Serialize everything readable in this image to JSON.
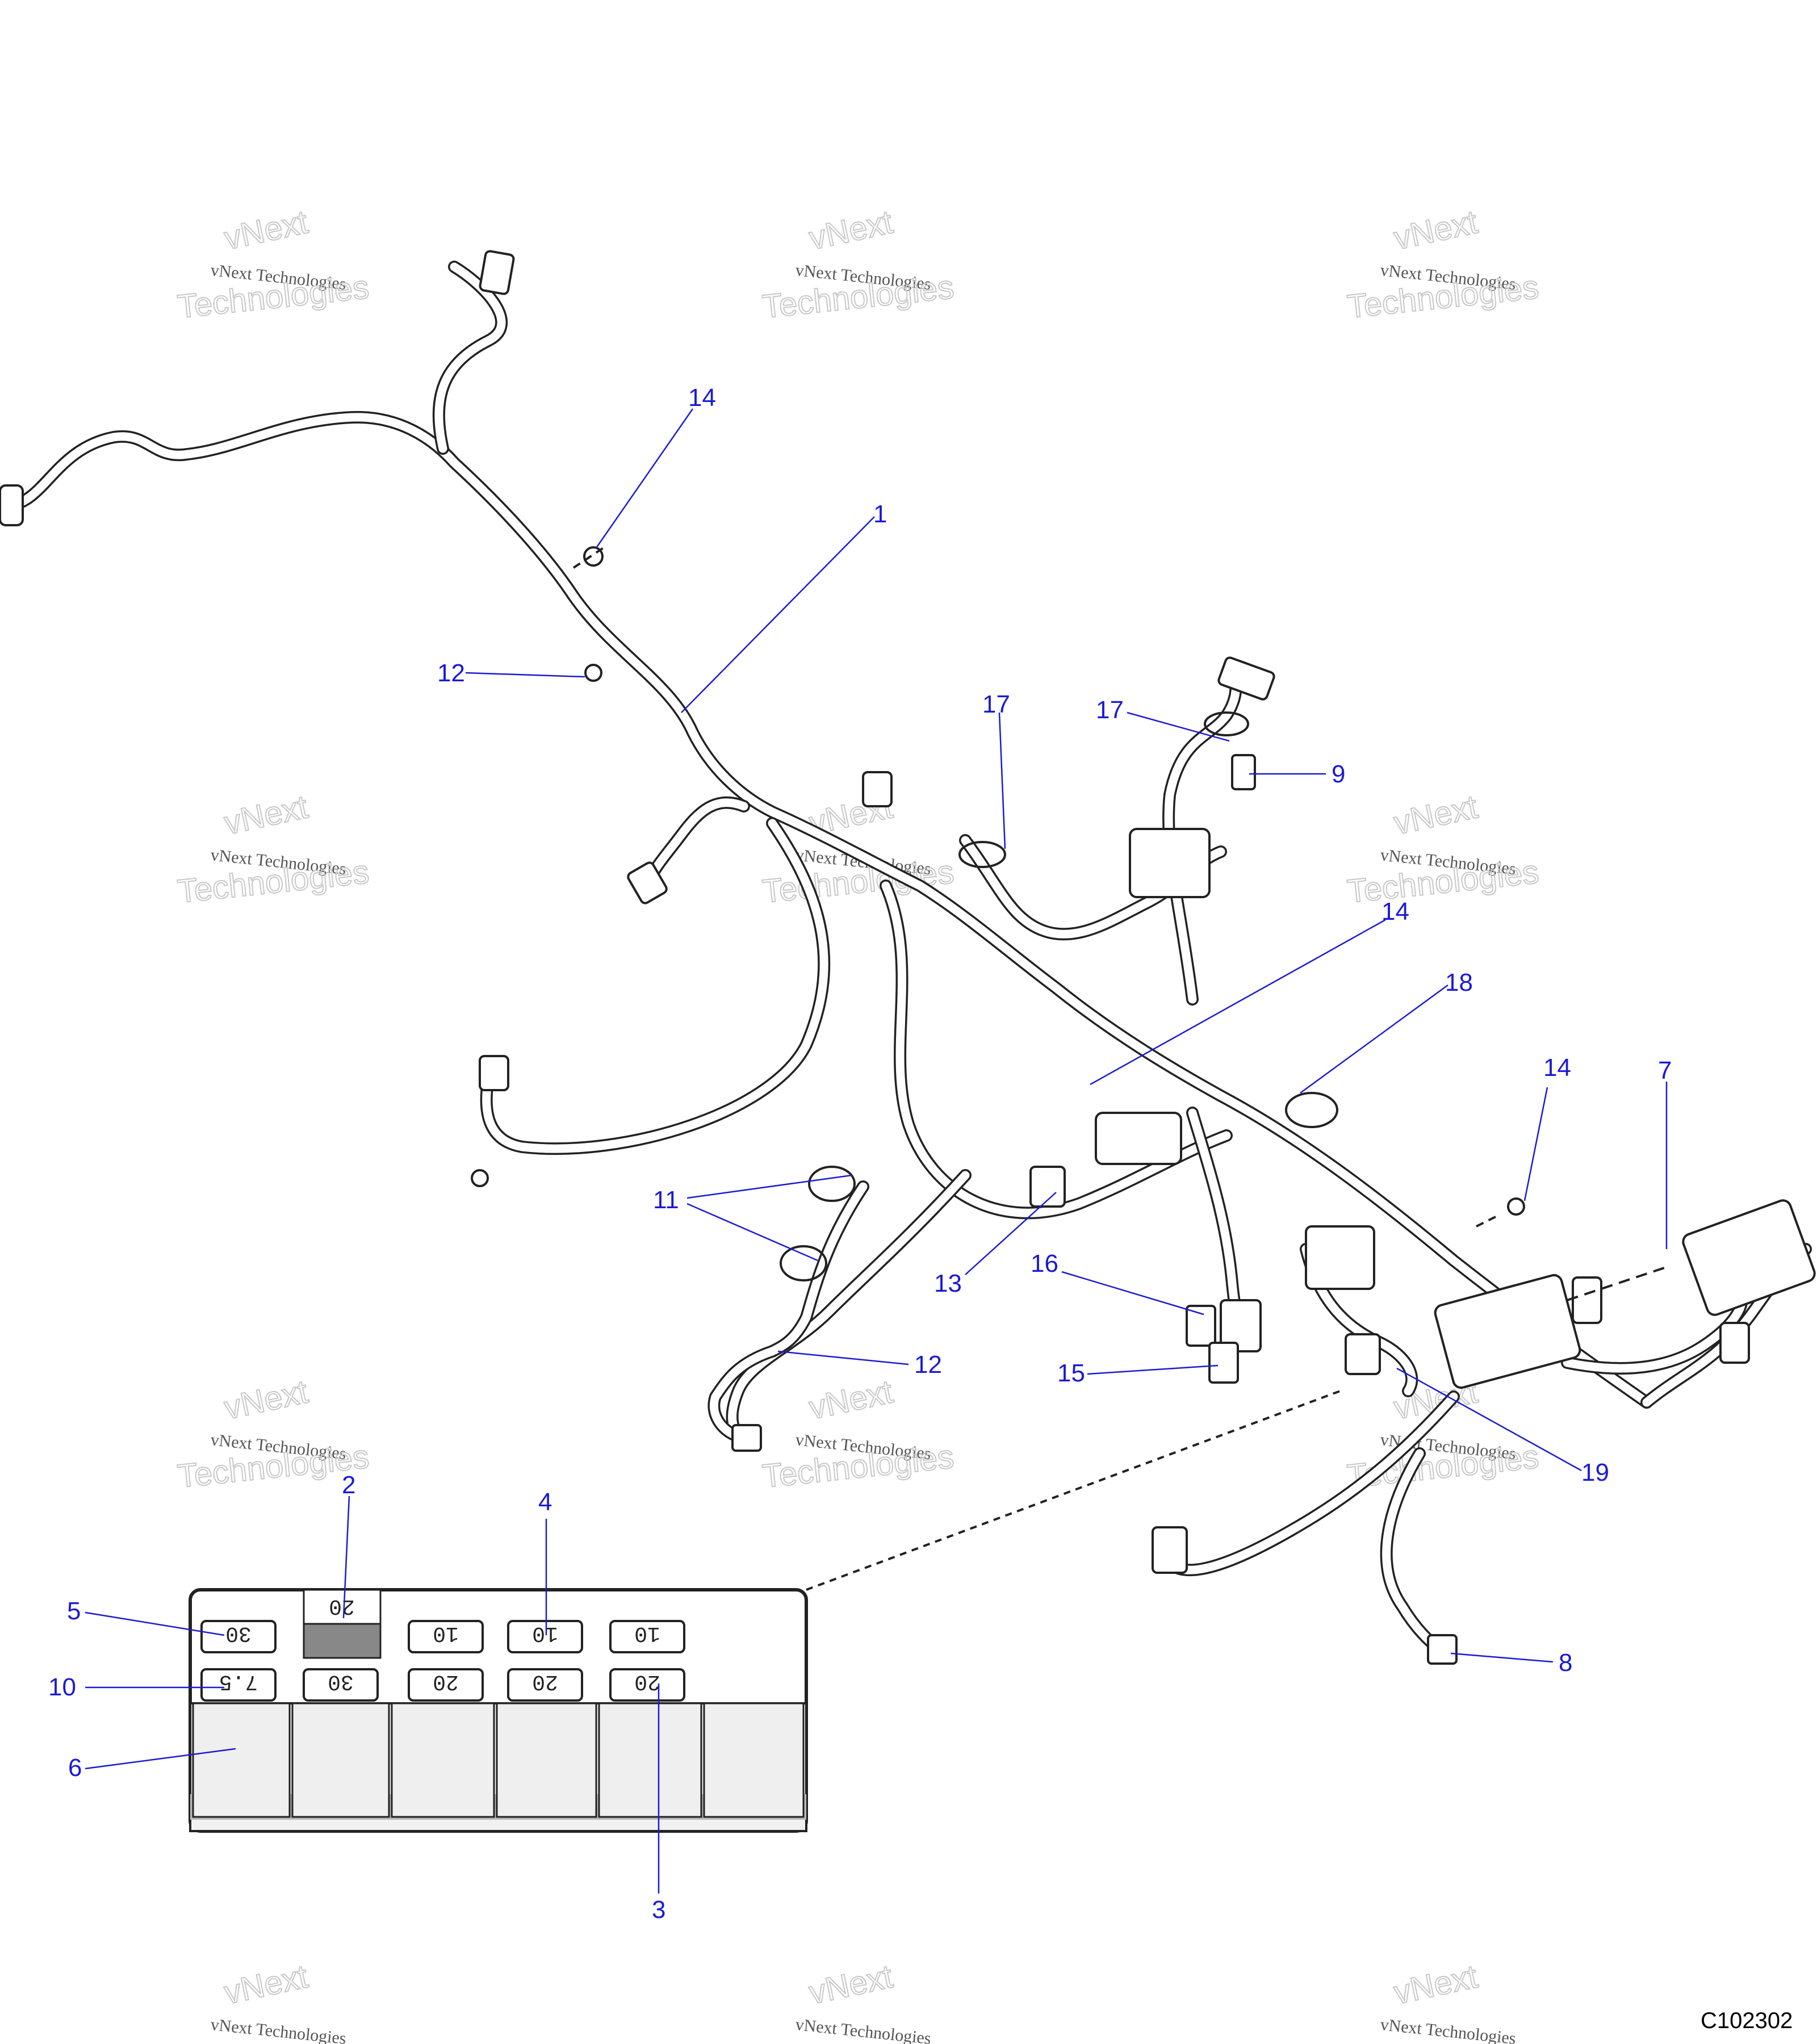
{
  "watermark": {
    "line1": "vNext",
    "line2": "vNext Technologies",
    "line3": "Technologies"
  },
  "callouts": [
    {
      "id": "1",
      "text": "1"
    },
    {
      "id": "2",
      "text": "2"
    },
    {
      "id": "3",
      "text": "3"
    },
    {
      "id": "4",
      "text": "4"
    },
    {
      "id": "5",
      "text": "5"
    },
    {
      "id": "6",
      "text": "6"
    },
    {
      "id": "7",
      "text": "7"
    },
    {
      "id": "8",
      "text": "8"
    },
    {
      "id": "9",
      "text": "9"
    },
    {
      "id": "10",
      "text": "10"
    },
    {
      "id": "11",
      "text": "11"
    },
    {
      "id": "12a",
      "text": "12"
    },
    {
      "id": "12b",
      "text": "12"
    },
    {
      "id": "13",
      "text": "13"
    },
    {
      "id": "14a",
      "text": "14"
    },
    {
      "id": "14b",
      "text": "14"
    },
    {
      "id": "14c",
      "text": "14"
    },
    {
      "id": "15",
      "text": "15"
    },
    {
      "id": "16",
      "text": "16"
    },
    {
      "id": "17a",
      "text": "17"
    },
    {
      "id": "17b",
      "text": "17"
    },
    {
      "id": "18",
      "text": "18"
    },
    {
      "id": "19",
      "text": "19"
    }
  ],
  "fuses": {
    "top_row": [
      "30",
      "20",
      "10",
      "10",
      "10"
    ],
    "bottom_row": [
      "7.5",
      "30",
      "20",
      "20",
      "20"
    ]
  },
  "figure_code": "C102302",
  "colors": {
    "callout": "#1a1ad6",
    "line": "#222222"
  }
}
